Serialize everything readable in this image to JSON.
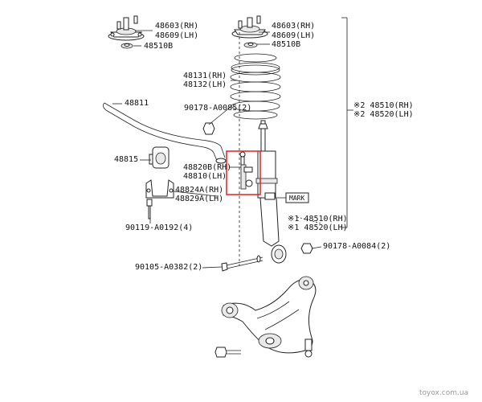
{
  "labels": {
    "mount_rh": "48603(RH)",
    "mount_lh": "48609(LH)",
    "mount2_rh": "48603(RH)",
    "mount2_lh": "48609(LH)",
    "bump_left": "48510B",
    "bump_right": "48510B",
    "spring_rh": "48131(RH)",
    "spring_lh": "48132(LH)",
    "stabilizer": "48811",
    "nut_top": "90178-A0085(2)",
    "bushing": "48815",
    "link_rh": "48820B(RH)",
    "link_lh": "48810(LH)",
    "bracket_rh": "48824A(RH)",
    "bracket_lh": "48829A(LH)",
    "bolt_small": "90119-A0192(4)",
    "strut_asm_rh": "※2 48510(RH)",
    "strut_asm_lh": "※2 48520(LH)",
    "mark": "MARK",
    "shock_rh": "※1 48510(RH)",
    "shock_lh": "※1 48520(LH)",
    "nut_bottom": "90178-A0084(2)",
    "bolt_long": "90105-A0382(2)"
  },
  "watermark": "toyox.com.ua",
  "colors": {
    "line": "#222222",
    "highlight": "#e02020",
    "watermark": "#9a9a9a"
  }
}
